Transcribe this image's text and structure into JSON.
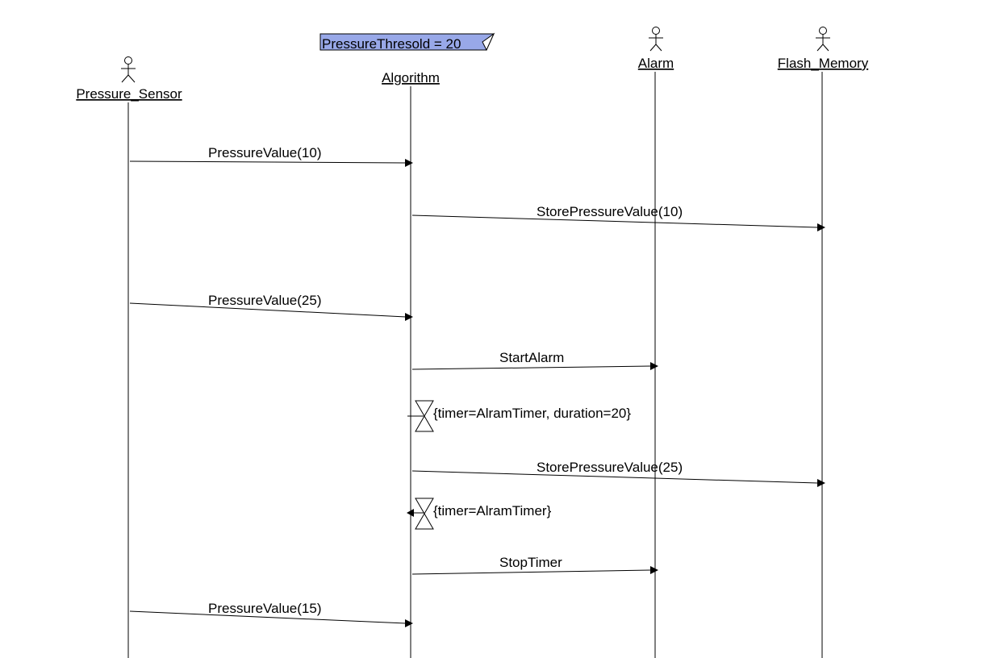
{
  "note": {
    "text": "PressureThresold = 20",
    "fill": "#98a8e8"
  },
  "participants": [
    {
      "id": "sensor",
      "name": "Pressure_Sensor",
      "kind": "actor"
    },
    {
      "id": "algorithm",
      "name": "Algorithm",
      "kind": "object"
    },
    {
      "id": "alarm",
      "name": "Alarm",
      "kind": "actor"
    },
    {
      "id": "flash",
      "name": "Flash_Memory",
      "kind": "actor"
    }
  ],
  "messages": [
    {
      "from": "sensor",
      "to": "algorithm",
      "label": "PressureValue(10)"
    },
    {
      "from": "algorithm",
      "to": "flash",
      "label": "StorePressureValue(10)"
    },
    {
      "from": "sensor",
      "to": "algorithm",
      "label": "PressureValue(25)"
    },
    {
      "from": "algorithm",
      "to": "alarm",
      "label": "StartAlarm"
    },
    {
      "kind": "timer-start",
      "on": "algorithm",
      "label": "{timer=AlramTimer, duration=20}"
    },
    {
      "from": "algorithm",
      "to": "flash",
      "label": "StorePressureValue(25)"
    },
    {
      "kind": "timer-expire",
      "on": "algorithm",
      "label": "{timer=AlramTimer}"
    },
    {
      "from": "algorithm",
      "to": "alarm",
      "label": "StopTimer"
    },
    {
      "from": "sensor",
      "to": "algorithm",
      "label": "PressureValue(15)"
    }
  ]
}
